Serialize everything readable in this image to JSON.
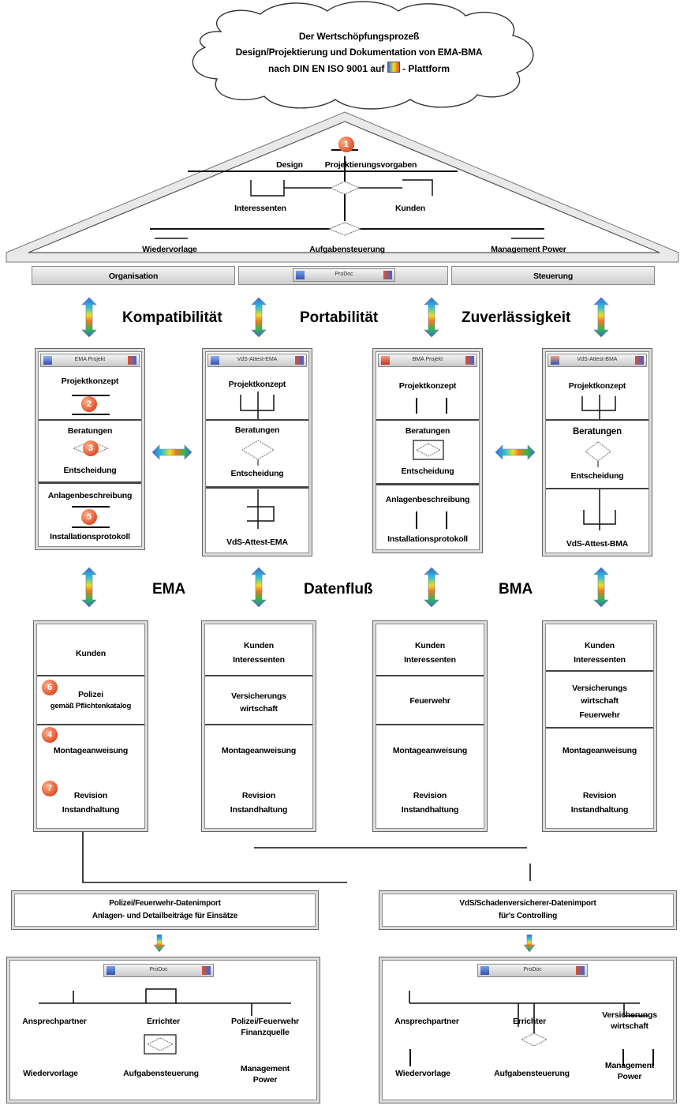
{
  "cloud": {
    "line1": "Der Wertschöpfungsprozeß",
    "line2": "Design/Projektierung und Dokumentation von EMA-BMA",
    "line3a": "nach DIN EN ISO 9001 auf",
    "line3b": "- Plattform"
  },
  "house": {
    "step_number": "1",
    "design": "Design",
    "vorgaben": "Projektierungsvorgaben",
    "interessenten": "Interessenten",
    "kunden": "Kunden",
    "wiedervorlage": "Wiedervorlage",
    "aufgaben": "Aufgabensteuerung",
    "management": "Management Power",
    "pillar_left": "Organisation",
    "pillar_mid": "ProDoc",
    "pillar_right": "Steuerung"
  },
  "headings": {
    "kompatibilitaet": "Kompatibilität",
    "portabilitaet": "Portabilität",
    "zuverlaessigkeit": "Zuverlässigkeit",
    "ema": "EMA",
    "datenfluss": "Datenfluß",
    "bma": "BMA"
  },
  "projects": [
    {
      "title": "EMA Projekt",
      "konzept": "Projektkonzept",
      "beratungen": "Beratungen",
      "entscheidung": "Entscheidung",
      "anlagen": "Anlagenbeschreibung",
      "final": "Installationsprotokoll",
      "n2": "2",
      "n3": "3",
      "n5": "5"
    },
    {
      "title": "VdS-Attest-EMA",
      "konzept": "Projektkonzept",
      "beratungen": "Beratungen",
      "entscheidung": "Entscheidung",
      "final": "VdS-Attest-EMA"
    },
    {
      "title": "BMA Projekt",
      "konzept": "Projektkonzept",
      "beratungen": "Beratungen",
      "entscheidung": "Entscheidung",
      "anlagen": "Anlagenbeschreibung",
      "final": "Installationsprotokoll"
    },
    {
      "title": "VdS-Attest-BMA",
      "konzept": "Projektkonzept",
      "beratungen": "Beratungen",
      "entscheidung": "Entscheidung",
      "final": "VdS-Attest-BMA"
    }
  ],
  "datastores": [
    {
      "r1": "Kunden",
      "r2a": "Polizei",
      "r2b": "gemäß Pflichtenkatalog",
      "r3": "Montageanweisung",
      "r4a": "Revision",
      "r4b": "Instandhaltung",
      "n6": "6",
      "n4": "4",
      "n7": "7"
    },
    {
      "r1a": "Kunden",
      "r1b": "Interessenten",
      "r2a": "Versicherungs",
      "r2b": "wirtschaft",
      "r3": "Montageanweisung",
      "r4a": "Revision",
      "r4b": "Instandhaltung"
    },
    {
      "r1a": "Kunden",
      "r1b": "Interessenten",
      "r2": "Feuerwehr",
      "r3": "Montageanweisung",
      "r4a": "Revision",
      "r4b": "Instandhaltung"
    },
    {
      "r1a": "Kunden",
      "r1b": "Interessenten",
      "r2a": "Versicherungs",
      "r2b": "wirtschaft",
      "r2c": "Feuerwehr",
      "r3": "Montageanweisung",
      "r4a": "Revision",
      "r4b": "Instandhaltung"
    }
  ],
  "exports": [
    {
      "line1": "Polizei/Feuerwehr-Datenimport",
      "line2": "Anlagen- und Detailbeiträge für Einsätze"
    },
    {
      "line1": "VdS/Schadenversicherer-Datenimport",
      "line2": "für's Controlling"
    }
  ],
  "orgs": [
    {
      "title": "ProDoc",
      "a": "Ansprechpartner",
      "b": "Errichter",
      "c1": "Polizei/Feuerwehr",
      "c2": "Finanzquelle",
      "d": "Wiedervorlage",
      "e": "Aufgabensteuerung",
      "f1": "Management",
      "f2": "Power"
    },
    {
      "title": "ProDoc",
      "a": "Ansprechpartner",
      "b": "Errichter",
      "c1": "Versicherungs",
      "c2": "wirtschaft",
      "d": "Wiedervorlage",
      "e": "Aufgabensteuerung",
      "f1": "Management",
      "f2": "Power"
    }
  ],
  "colors": {
    "arrow_top": "#3a66d8",
    "arrow_mid_1": "#2ec4d0",
    "arrow_mid_2": "#f0e020",
    "arrow_mid_3": "#f07818",
    "arrow_bottom": "#3a66d8",
    "number_badge": "#e0502a"
  }
}
